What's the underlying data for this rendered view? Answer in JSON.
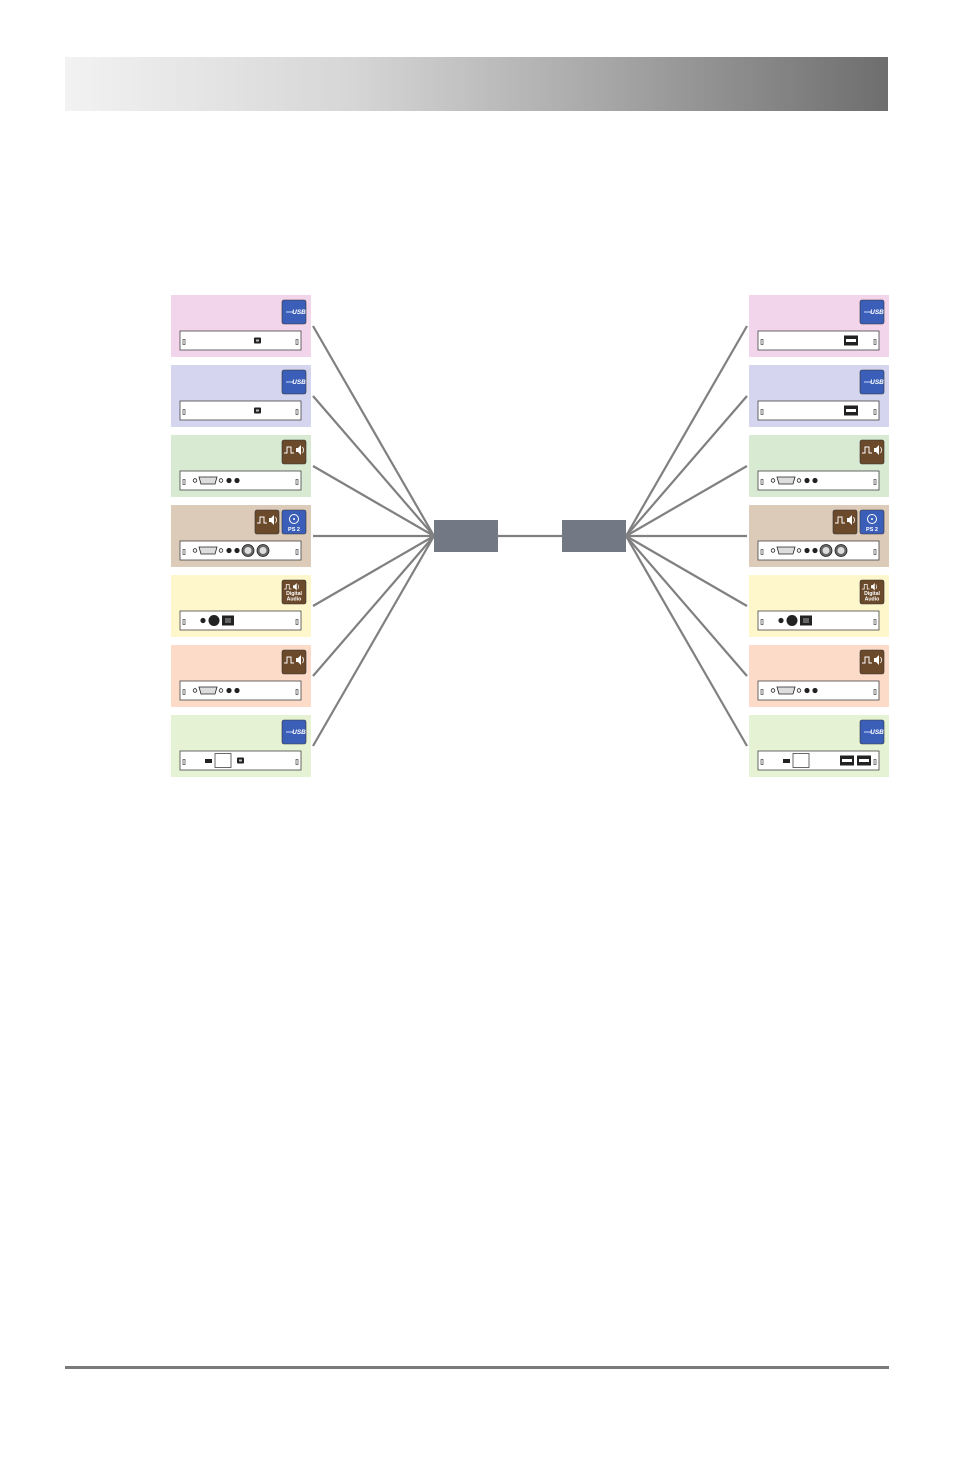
{
  "header": {
    "background": "#a8a8a8"
  },
  "colors": {
    "line": "#808080",
    "extender": "#737885",
    "usb_badge": "#3b5fb8",
    "audio_badge": "#6b4a2b"
  },
  "left_modules": [
    {
      "color": "#f2d5eb",
      "badges": [
        "usb"
      ],
      "ports": [
        "usb-b"
      ]
    },
    {
      "color": "#d5d5f0",
      "badges": [
        "usb"
      ],
      "ports": [
        "usb-b"
      ]
    },
    {
      "color": "#d8ead2",
      "badges": [
        "audio"
      ],
      "ports": [
        "serial",
        "jack",
        "jack"
      ]
    },
    {
      "color": "#dccbb8",
      "badges": [
        "audio",
        "ps2"
      ],
      "ports": [
        "serial",
        "jack",
        "jack",
        "ps2",
        "ps2"
      ]
    },
    {
      "color": "#fff7cc",
      "badges": [
        "digital-audio"
      ],
      "ports": [
        "jack",
        "coax",
        "optical"
      ]
    },
    {
      "color": "#fcdcc8",
      "badges": [
        "audio"
      ],
      "ports": [
        "serial",
        "jack",
        "jack"
      ]
    },
    {
      "color": "#e6f2d4",
      "badges": [
        "usb"
      ],
      "ports": [
        "mini-usb",
        "window",
        "usb-b"
      ]
    }
  ],
  "right_modules": [
    {
      "color": "#f2d5eb",
      "badges": [
        "usb"
      ],
      "ports": [
        "usb-a"
      ]
    },
    {
      "color": "#d5d5f0",
      "badges": [
        "usb"
      ],
      "ports": [
        "usb-a"
      ]
    },
    {
      "color": "#d8ead2",
      "badges": [
        "audio"
      ],
      "ports": [
        "serial",
        "jack",
        "jack"
      ]
    },
    {
      "color": "#dccbb8",
      "badges": [
        "audio",
        "ps2"
      ],
      "ports": [
        "serial",
        "jack",
        "jack",
        "ps2",
        "ps2"
      ]
    },
    {
      "color": "#fff7cc",
      "badges": [
        "digital-audio"
      ],
      "ports": [
        "jack",
        "coax",
        "optical"
      ]
    },
    {
      "color": "#fcdcc8",
      "badges": [
        "audio"
      ],
      "ports": [
        "serial",
        "jack",
        "jack"
      ]
    },
    {
      "color": "#e6f2d4",
      "badges": [
        "usb"
      ],
      "ports": [
        "mini-usb",
        "window",
        "usb-a",
        "usb-a"
      ]
    }
  ],
  "badges": {
    "usb": {
      "text": "USB",
      "color": "#3b5fb8",
      "icon": "usb-icon"
    },
    "audio": {
      "text": "",
      "color": "#6b4a2b",
      "icon": "speaker-icon"
    },
    "ps2": {
      "text": "PS 2",
      "color": "#3b5fb8",
      "icon": "ps2-port-icon"
    },
    "digital-audio": {
      "line1": "Digital",
      "line2": "Audio",
      "color": "#6b4a2b",
      "icon": "speaker-icon"
    }
  }
}
